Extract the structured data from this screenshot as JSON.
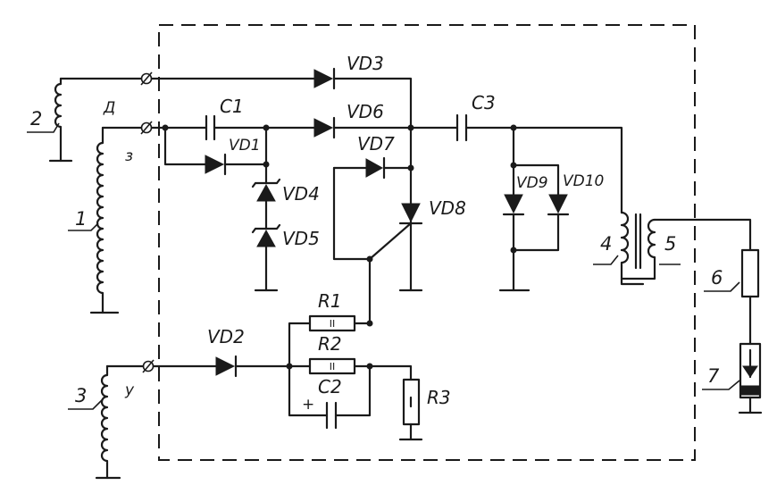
{
  "components": {
    "vd1": "VD1",
    "vd2": "VD2",
    "vd3": "VD3",
    "vd4": "VD4",
    "vd5": "VD5",
    "vd6": "VD6",
    "vd7": "VD7",
    "vd8": "VD8",
    "vd9": "VD9",
    "vd10": "VD10",
    "c1": "C1",
    "c2": "C2",
    "c3": "C3",
    "r1": "R1",
    "r2": "R2",
    "r3": "R3",
    "c2_polarity": "+",
    "r1_mark": "II",
    "r2_mark": "II"
  },
  "terminals": {
    "d": "Д",
    "z": "з",
    "u": "у"
  },
  "callouts": {
    "n1": "1",
    "n2": "2",
    "n3": "3",
    "n4": "4",
    "n5": "5",
    "n6": "6",
    "n7": "7"
  }
}
